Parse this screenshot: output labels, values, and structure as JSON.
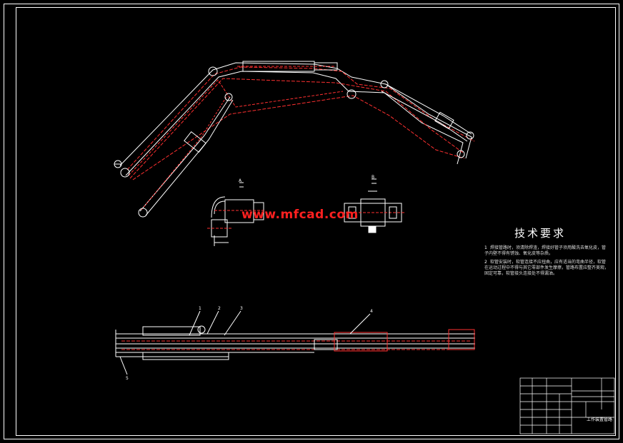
{
  "watermark": {
    "text": "www.mfcad.com"
  },
  "technical_requirements": {
    "title": "技术要求",
    "notes": [
      {
        "num": "1",
        "text": "焊接管路时，须清除焊渣，焊接好管子须用酸洗去氧化皮，管子内壁不得有锈蚀、氧化皮等杂质。"
      },
      {
        "num": "2",
        "text": "软管安装时，软管连接不应扭曲，应有适当的弯曲半径，软管在运动过程中不得与其它零部件发生摩擦，管路布置应整齐美观，固定可靠，软管接头连接处不得漏油。"
      }
    ]
  },
  "title_block": {
    "drawing_name": "工作装置管路"
  },
  "view_labels": {
    "section_a": "A",
    "section_b": "B"
  },
  "part_callouts": [
    "1",
    "2",
    "3",
    "4",
    "5"
  ],
  "colors": {
    "background": "#000000",
    "line": "#ffffff",
    "hidden": "#ff3030",
    "accent": "#ff2020"
  }
}
